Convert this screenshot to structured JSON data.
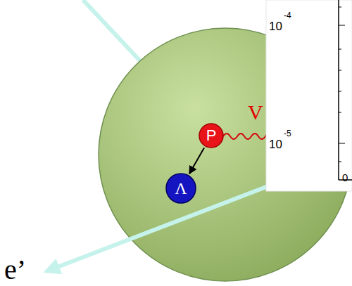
{
  "diagram": {
    "nodes": [
      {
        "text": [
          "P"
        ]
      },
      {
        "text": [
          "Λ"
        ]
      }
    ],
    "edges": [
      {
        "from": 0,
        "to": 1,
        "arrow": "to"
      }
    ],
    "labels": [
      "V",
      "10",
      "-4",
      "10",
      "-5",
      "0",
      "e’"
    ]
  }
}
